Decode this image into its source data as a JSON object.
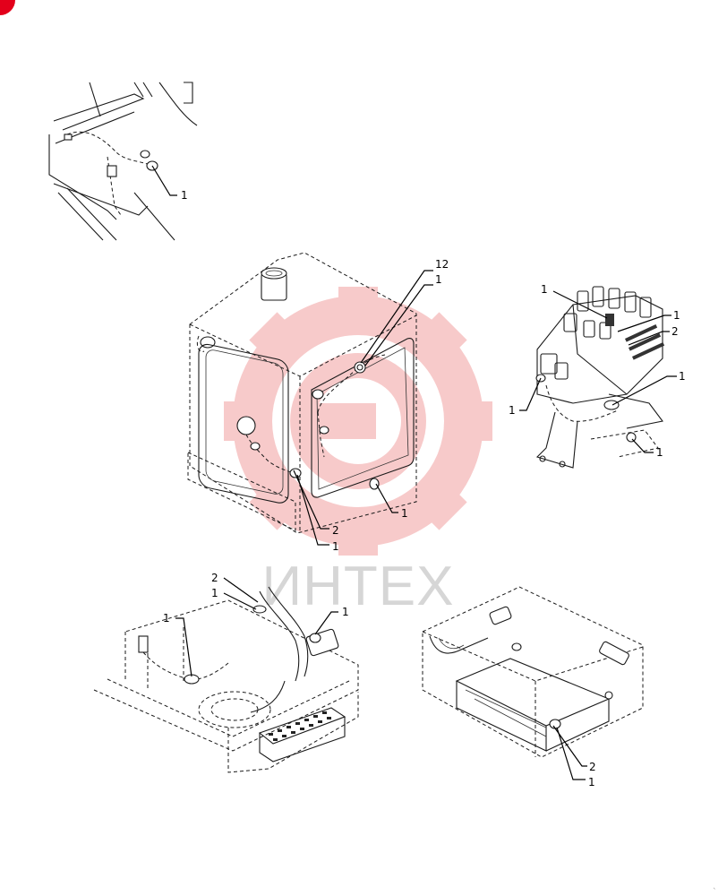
{
  "watermark": {
    "text": "ИНТЕХ",
    "gear_color": "#f7caca",
    "text_color": "#d6d6d6"
  },
  "accent_color": "#e3001b",
  "callouts": {
    "top_left": [
      "1"
    ],
    "tank": [
      "12",
      "1",
      "2",
      "1",
      "1"
    ],
    "valve": [
      "1",
      "1",
      "2",
      "1",
      "1",
      "1"
    ],
    "frame": [
      "2",
      "1",
      "1",
      "1"
    ],
    "housing": [
      "2",
      "1"
    ]
  }
}
